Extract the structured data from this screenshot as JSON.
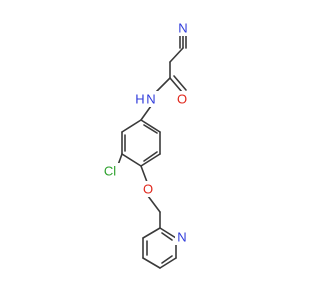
{
  "molecule": {
    "atoms": {
      "N_nitrile": {
        "label": "N",
        "color": "#2f3bdb"
      },
      "N_amide": {
        "label": "N",
        "color": "#2f3bdb"
      },
      "H_amide": {
        "label": "H",
        "color": "#2f3bdb"
      },
      "O_carbonyl": {
        "label": "O",
        "color": "#e0261b"
      },
      "Cl": {
        "label": "Cl",
        "color": "#2aa02a"
      },
      "O_ether": {
        "label": "O",
        "color": "#e0261b"
      },
      "N_pyridine": {
        "label": "N",
        "color": "#2f3bdb"
      }
    },
    "bond_color": "#3a3a3a"
  }
}
